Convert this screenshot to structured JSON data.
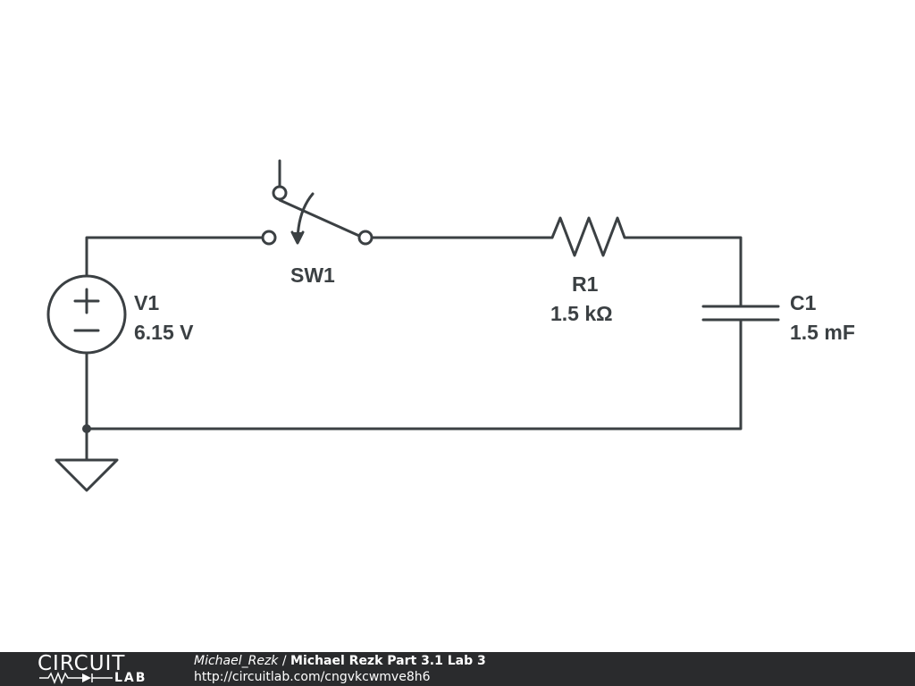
{
  "components": {
    "voltage_source": {
      "ref": "V1",
      "value": "6.15 V"
    },
    "switch": {
      "ref": "SW1"
    },
    "resistor": {
      "ref": "R1",
      "value": "1.5 kΩ"
    },
    "capacitor": {
      "ref": "C1",
      "value": "1.5 mF"
    },
    "ground_icon": "ground-icon"
  },
  "footer": {
    "logo_top": "CIRCUIT",
    "logo_bottom": "LAB",
    "author": "Michael_Rezk",
    "separator": " / ",
    "title": "Michael Rezk Part 3.1 Lab 3",
    "url": "http://circuitlab.com/cngvkcwmve8h6"
  },
  "colors": {
    "ink": "#3b4043",
    "footer_bg": "#2a2b2d",
    "footer_text": "#ffffff"
  }
}
